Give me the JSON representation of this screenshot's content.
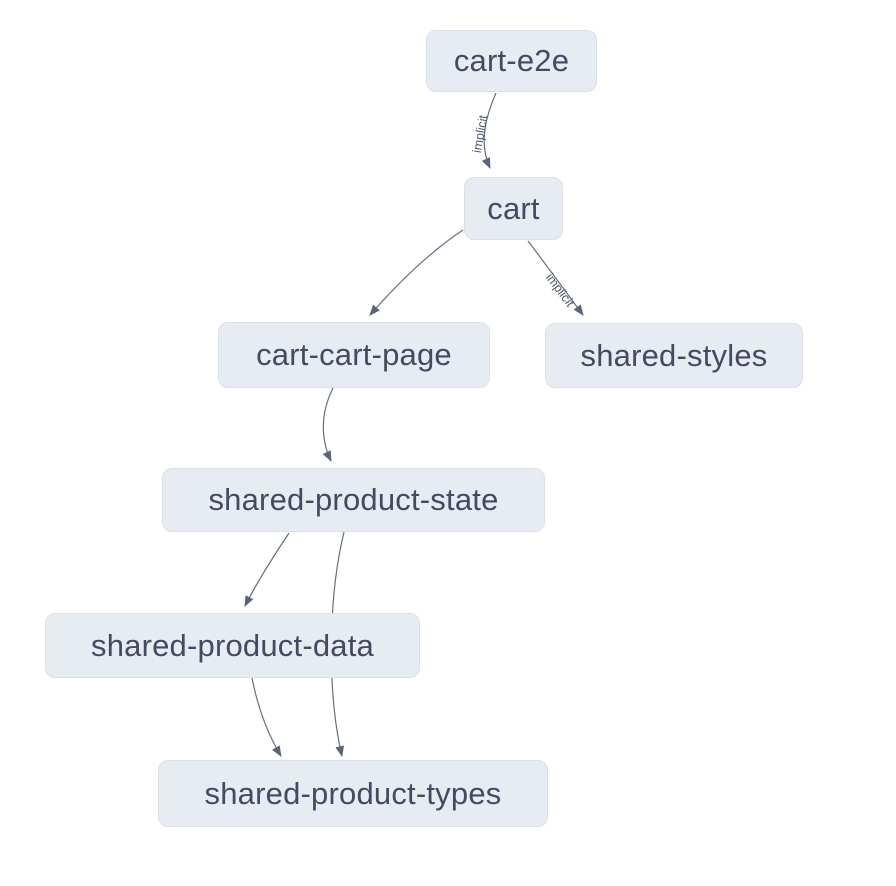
{
  "diagram": {
    "type": "dependency-graph",
    "background_color": "#ffffff",
    "node_fill_color": "#e7ebf2",
    "node_border_color": "#dbe1eb",
    "node_text_color": "#414b61",
    "edge_color": "#646e84",
    "edge_label_color": "#4d5871",
    "nodes": [
      {
        "id": "cart-e2e",
        "label": "cart-e2e"
      },
      {
        "id": "cart",
        "label": "cart"
      },
      {
        "id": "cart-cart-page",
        "label": "cart-cart-page"
      },
      {
        "id": "shared-styles",
        "label": "shared-styles"
      },
      {
        "id": "shared-product-state",
        "label": "shared-product-state"
      },
      {
        "id": "shared-product-data",
        "label": "shared-product-data"
      },
      {
        "id": "shared-product-types",
        "label": "shared-product-types"
      }
    ],
    "edges": [
      {
        "from": "cart-e2e",
        "to": "cart",
        "label": "implicit"
      },
      {
        "from": "cart",
        "to": "cart-cart-page",
        "label": ""
      },
      {
        "from": "cart",
        "to": "shared-styles",
        "label": "implicit"
      },
      {
        "from": "cart-cart-page",
        "to": "shared-product-state",
        "label": ""
      },
      {
        "from": "shared-product-state",
        "to": "shared-product-data",
        "label": ""
      },
      {
        "from": "shared-product-state",
        "to": "shared-product-types",
        "label": ""
      },
      {
        "from": "shared-product-data",
        "to": "shared-product-types",
        "label": ""
      }
    ]
  }
}
